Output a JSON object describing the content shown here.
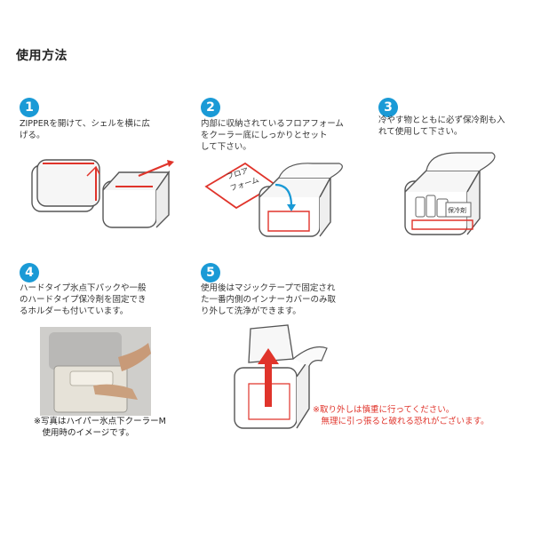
{
  "title": "使用方法",
  "steps": [
    {
      "num": "1",
      "text": "ZIPPERを開けて、シェルを横に広\nげる。"
    },
    {
      "num": "2",
      "text": "内部に収納されているフロアフォーム\nをクーラー底にしっかりとセット\nして下さい。",
      "label": "フロア\nフォーム"
    },
    {
      "num": "3",
      "text": "冷やす物とともに必ず保冷剤も入\nれて使用して下さい。",
      "label": "保冷剤"
    },
    {
      "num": "4",
      "text": "ハードタイプ氷点下パックや一般\nのハードタイプ保冷剤を固定でき\nるホルダーも付いています。",
      "note": "※写真はハイパー氷点下クーラーM\n　使用時のイメージです。"
    },
    {
      "num": "5",
      "text": "使用後はマジックテープで固定され\nた一番内側のインナーカバーのみ取\nり外して洗浄ができます。",
      "note": "※取り外しは慎重に行ってください。\n　無理に引っ張ると破れる恐れがございます。"
    }
  ],
  "colors": {
    "accent": "#1a9ad6",
    "red": "#e0342b"
  },
  "icons": [
    "step-number-badge",
    "arrow-icon"
  ]
}
